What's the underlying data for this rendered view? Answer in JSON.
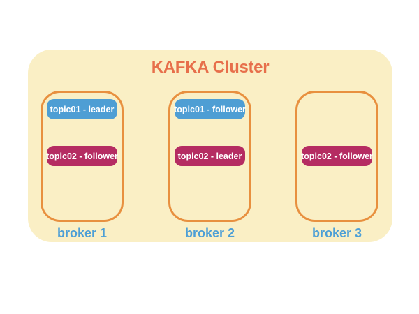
{
  "diagram": {
    "title": "KAFKA Cluster",
    "colors": {
      "container_bg": "#FAEFC5",
      "border_orange": "#E8903F",
      "title_orange": "#E76F4B",
      "topic_blue": "#4E9ED4",
      "topic_magenta": "#B52C62",
      "broker_label_blue": "#4D9FD6",
      "badge_text": "#FFFFFF"
    },
    "brokers": [
      {
        "label": "broker 1",
        "topics": [
          {
            "text": "topic01 - leader",
            "role": "leader",
            "color": "blue"
          },
          {
            "text": "topic02 - follower",
            "role": "follower",
            "color": "magenta"
          }
        ]
      },
      {
        "label": "broker 2",
        "topics": [
          {
            "text": "topic01 - follower",
            "role": "follower",
            "color": "blue"
          },
          {
            "text": "topic02 - leader",
            "role": "leader",
            "color": "magenta"
          }
        ]
      },
      {
        "label": "broker 3",
        "topics": [
          {
            "text": "topic02 - follower",
            "role": "follower",
            "color": "magenta"
          }
        ]
      }
    ]
  }
}
